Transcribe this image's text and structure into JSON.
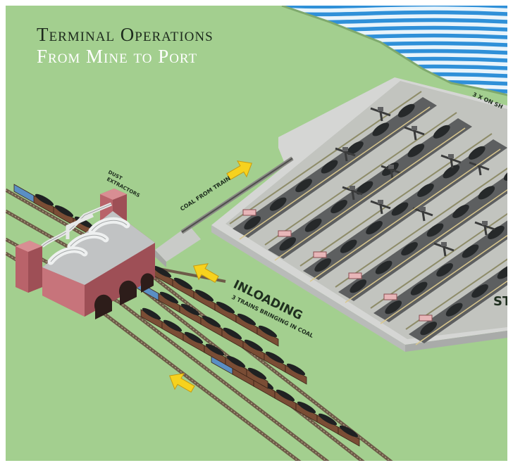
{
  "title": {
    "main": "Terminal Operations",
    "sub": "From Mine to Port"
  },
  "labels": {
    "dust_extractors_line1": "DUST",
    "dust_extractors_line2": "EXTRACTORS",
    "coal_from_train": "COAL FROM TRAIN",
    "inloading": "INLOADING",
    "inloading_sub": "3 TRAINS BRINGING IN COAL",
    "on_ship_partial": "3 X ON SH",
    "stockpile_partial": "ST"
  },
  "icons": {
    "arrow": "yellow-flow-arrow",
    "reclaimer": "reclaimer-machine",
    "dust_extractor": "dust-extractor-tower",
    "coal_wagon": "coal-wagon"
  },
  "colors": {
    "ground": "#a3cf8f",
    "sea_blue": "#2f90d8",
    "sea_white": "#e9f4fb",
    "building": "#b9636a",
    "roof": "#d8dadb",
    "stockpad": "#5d5f60",
    "arrow": "#f6d21e",
    "track": "#6d5b48",
    "wagon": "#7a4d35"
  }
}
